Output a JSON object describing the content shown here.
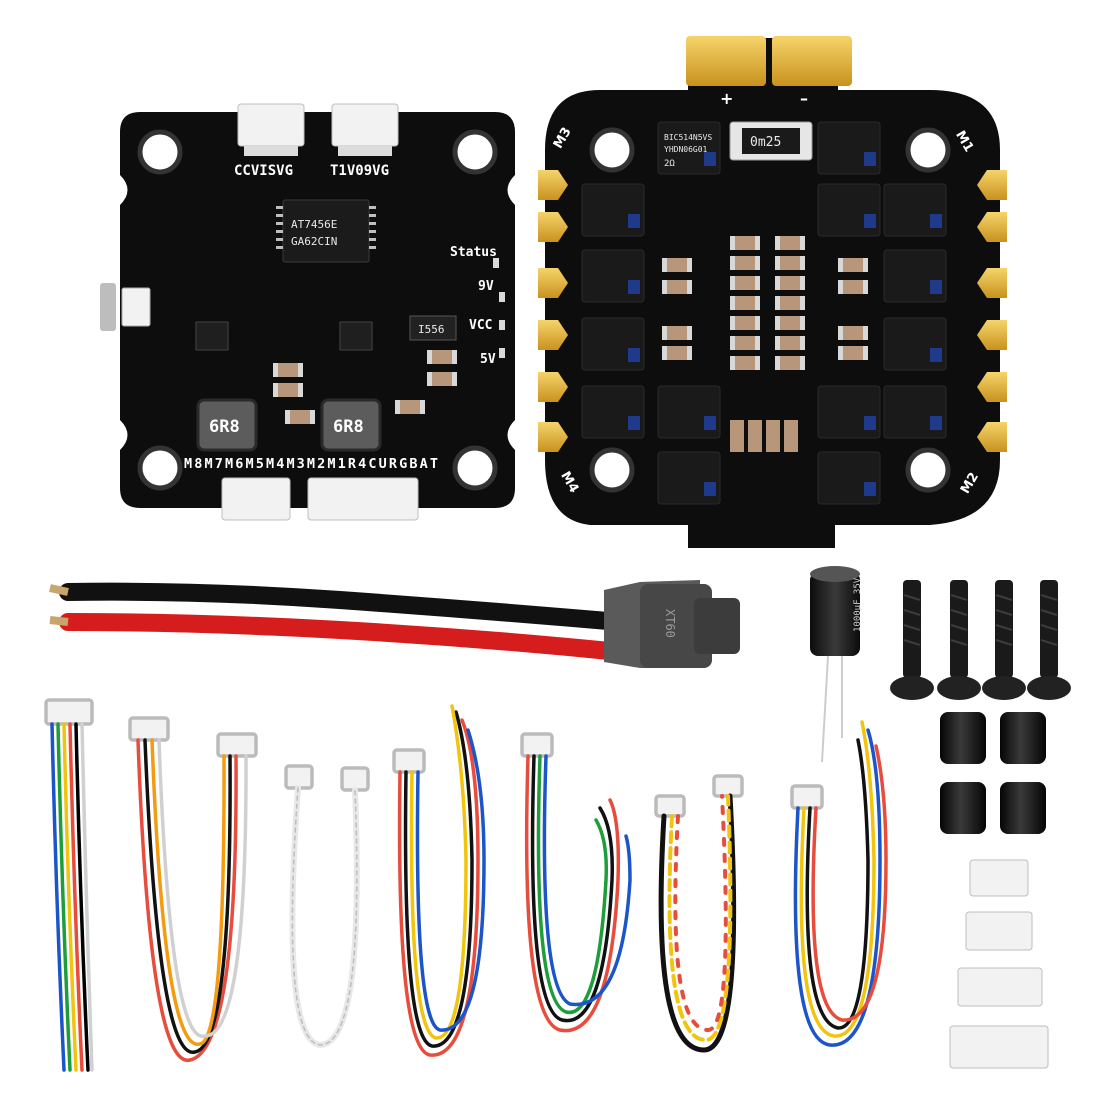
{
  "fc_board": {
    "header_top_left": "CCVISVG",
    "header_top_right": "T1V09VG",
    "main_chip_line1": "AT7456E",
    "main_chip_line2": "GA62CIN",
    "status_label": "Status",
    "label_9v": "9V",
    "label_vcc": "VCC",
    "label_5v": "5V",
    "inductor_left": "6R8",
    "inductor_right": "6R8",
    "small_chip": "I556",
    "bottom_pins_label": "M8M7M6M5M4M3M2M1R4CURGBAT"
  },
  "esc_board": {
    "plus_label": "+",
    "minus_label": "–",
    "shunt_label": "0m25",
    "mosfet_line1": "BIC514N5VS",
    "mosfet_line2": "YHDN06G01",
    "mosfet_line3": "2Ω",
    "corner_m1": "M1",
    "corner_m2": "M2",
    "corner_m3": "M3",
    "corner_m4": "M4"
  },
  "accessories": {
    "xt_connector_text": "XT60",
    "capacitor_text": "1000µF 35V",
    "screw_count": 4,
    "gummy_count": 4,
    "white_plug_count": 4
  },
  "colors": {
    "pcb": "#0d0d0d",
    "gold": "#e2b23a",
    "wire_red": "#d61d1d",
    "wire_black": "#111111",
    "connector_white": "#f2f2f2"
  }
}
